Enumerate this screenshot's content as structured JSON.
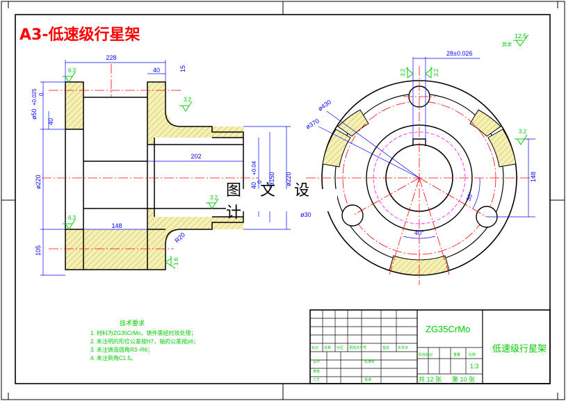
{
  "title": "A3-低速级行星架",
  "watermark": "图 文 设 计",
  "roughness_general": "12.5",
  "roughness_other_label": "其余",
  "left_view": {
    "dim_width": "228",
    "dim_40": "40",
    "dim_15": "15",
    "dim_phi50": "ø50",
    "dim_tol_50": "+0.025",
    "dim_tol_50b": "0",
    "dim_40_side": "40",
    "dim_phi220": "ø220",
    "dim_105": "105",
    "dim_202": "202",
    "dim_148": "148",
    "dim_phi150": "ø150",
    "dim_phi220b": "ø220",
    "dim_40_tol": "40",
    "dim_40_tol_up": "+0.04",
    "dim_40_tol_low": "0",
    "dim_r20": "R20",
    "dim_bottom": "ø30",
    "rough_a": "6.3",
    "rough_b": "3.2",
    "rough_c": "3.2",
    "rough_d": "6.3",
    "rough_e": "1.6"
  },
  "right_view": {
    "dim_top": "28±0.026",
    "dim_phi430": "ø430",
    "dim_phi370": "ø370",
    "dim_148": "148",
    "angle_30": "30°",
    "angle_40": "40°",
    "rough_a": "3.2",
    "rough_b": "3.2",
    "rough_c": "3.2"
  },
  "tech_requirements": {
    "heading": "技术要求",
    "items": [
      "1. 材料为ZG35CrMo，铸件需经时效处理；",
      "2. 未注明的形位公差按H7，轴的公差按p6；",
      "3. 未注铸造圆角R3~R6；",
      "4. 未注倒角C1.5。"
    ]
  },
  "title_block": {
    "material": "ZG35CrMo",
    "part_name": "低速级行星架",
    "scale": "1:3",
    "sheet_total": "共 12 张",
    "sheet_no": "第 10 张",
    "labels": [
      "标记",
      "处数",
      "分区",
      "更改文件号",
      "签名",
      "年月日",
      "设计",
      "标准化",
      "审核",
      "工艺",
      "批准",
      "阶段标记",
      "重量",
      "比例"
    ]
  },
  "colors": {
    "outline": "#000000",
    "dimension": "#0000ff",
    "centerline": "#ff0000",
    "hatch_fill": "#f5f0b8",
    "hatch_line": "#b8a000",
    "roughness": "#00cc00",
    "title": "#ff0000"
  }
}
